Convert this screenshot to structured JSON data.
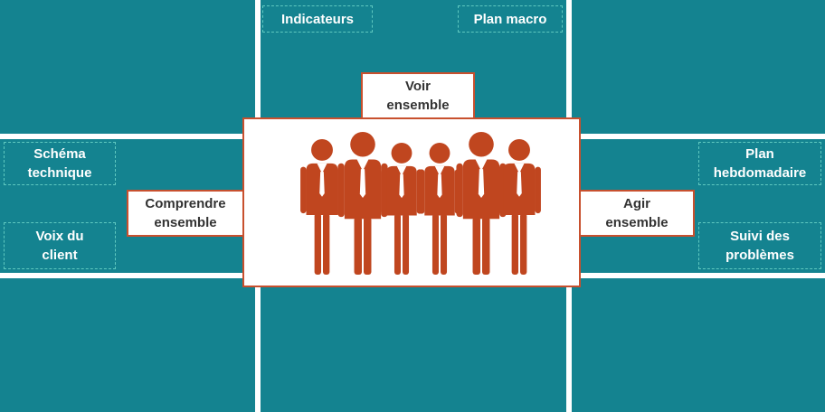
{
  "colors": {
    "panel": "#148390",
    "accent": "#c0461f",
    "frame": "#c8502e"
  },
  "top_tags": {
    "left": "Indicateurs",
    "right": "Plan macro"
  },
  "left_tags": {
    "top": "Schéma\ntechnique",
    "bottom": "Voix du\nclient"
  },
  "right_tags": {
    "top": "Plan\nhebdomadaire",
    "bottom": "Suivi des\nproblèmes"
  },
  "labels": {
    "top": "Voir\nensemble",
    "left": "Comprendre\nensemble",
    "right": "Agir\nensemble"
  },
  "center_icon": "team-of-people-icon"
}
